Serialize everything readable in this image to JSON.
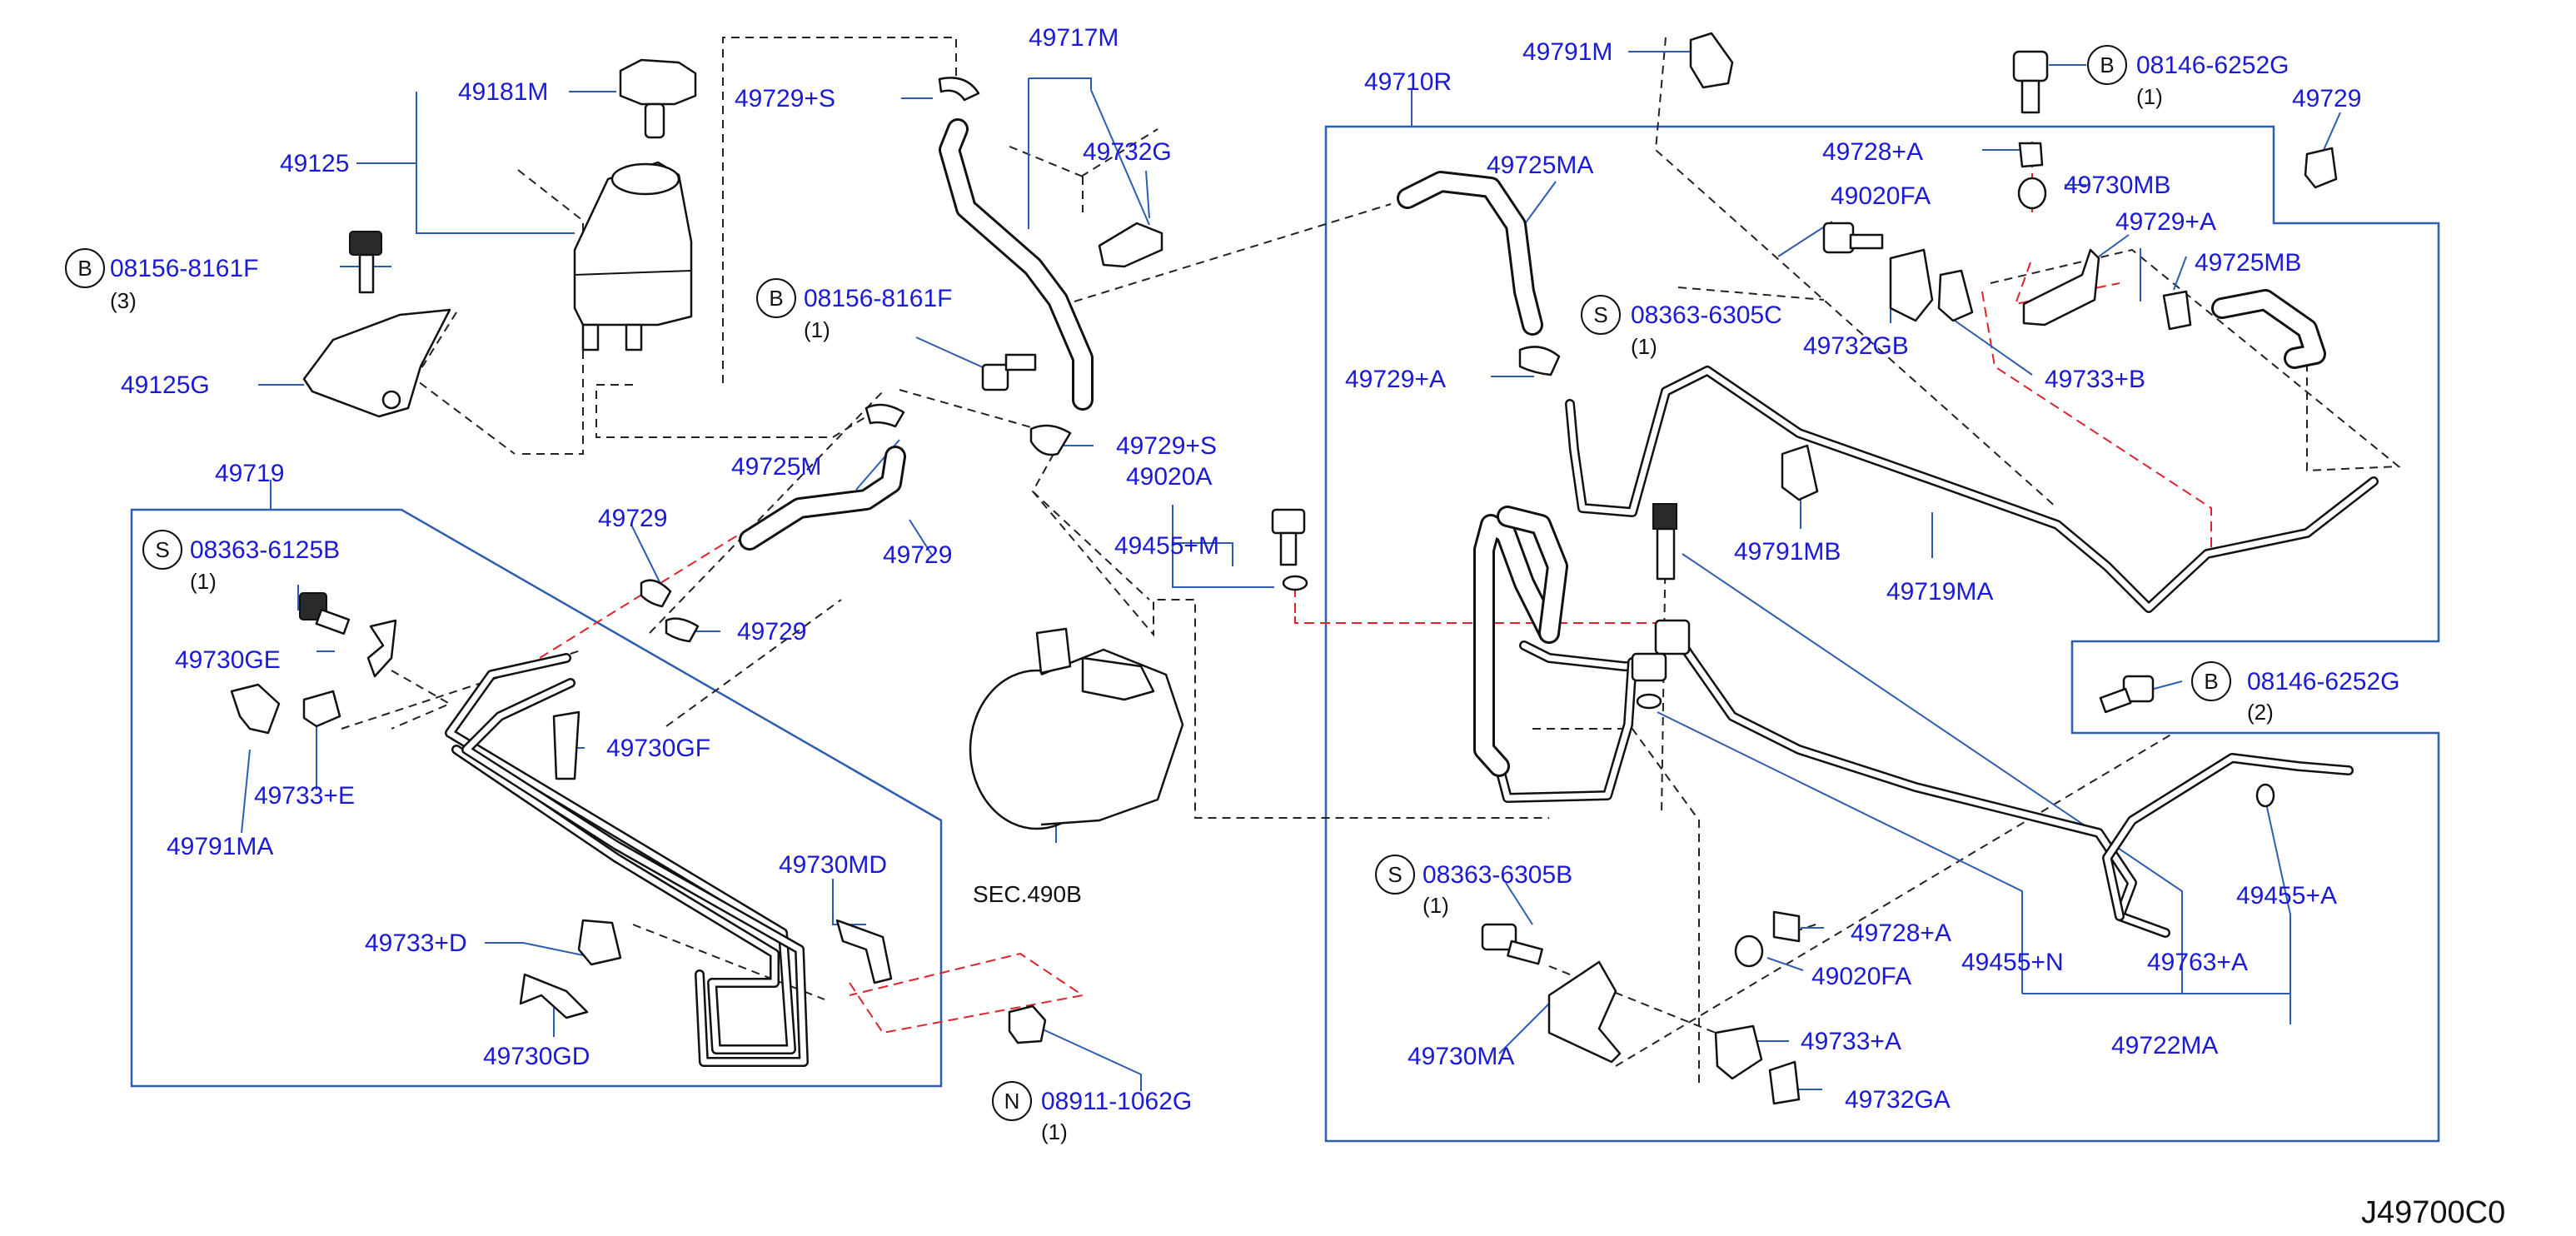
{
  "diagram_code": "J49700C0",
  "section_ref": "SEC.490B",
  "labels": {
    "p49181M": "49181M",
    "p49125": "49125",
    "p08156_8161F_a": "08156-8161F",
    "q3": "(3)",
    "p49125G": "49125G",
    "p49729S_a": "49729+S",
    "p49717M": "49717M",
    "p49732G": "49732G",
    "p08156_8161F_b": "08156-8161F",
    "q1_a": "(1)",
    "p49729S_b": "49729+S",
    "p49020A": "49020A",
    "p49455M": "49455+M",
    "p49725M": "49725M",
    "p49729_a": "49729",
    "p49729_b": "49729",
    "p49729_c": "49729",
    "p49719": "49719",
    "p08363_6125B": "08363-6125B",
    "q1_b": "(1)",
    "p49730GE": "49730GE",
    "p49730GF": "49730GF",
    "p49733E": "49733+E",
    "p49791MA": "49791MA",
    "p49730MD": "49730MD",
    "p49733D": "49733+D",
    "p49730GD": "49730GD",
    "p08911_1062G": "08911-1062G",
    "q1_c": "(1)",
    "p49791M": "49791M",
    "p49710R": "49710R",
    "p49725MA": "49725MA",
    "p08146_6252G_a": "08146-6252G",
    "q1_d": "(1)",
    "p49729_d": "49729",
    "p49728A_a": "49728+A",
    "p49730MB": "49730MB",
    "p49020FA_a": "49020FA",
    "p49729A_a": "49729+A",
    "p49725MB": "49725MB",
    "p08363_6305C": "08363-6305C",
    "q1_e": "(1)",
    "p49732GB": "49732GB",
    "p49733B": "49733+B",
    "p49729A_b": "49729+A",
    "p49791MB": "49791MB",
    "p49719MA": "49719MA",
    "p08146_6252G_b": "08146-6252G",
    "q2": "(2)",
    "p08363_6305B": "08363-6305B",
    "q1_f": "(1)",
    "p49728A_b": "49728+A",
    "p49020FA_b": "49020FA",
    "p49455N": "49455+N",
    "p49763A": "49763+A",
    "p49455A": "49455+A",
    "p49730MA": "49730MA",
    "p49733A": "49733+A",
    "p49732GA": "49732GA",
    "p49722MA": "49722MA"
  },
  "circles": {
    "b1": "B",
    "b2": "B",
    "b3": "B",
    "b4": "B",
    "s1": "S",
    "s2": "S",
    "s3": "S",
    "n1": "N"
  },
  "colors": {
    "label": "#1a1ad6",
    "frame": "#2e5cb0",
    "red_dash": "#e0232b"
  }
}
